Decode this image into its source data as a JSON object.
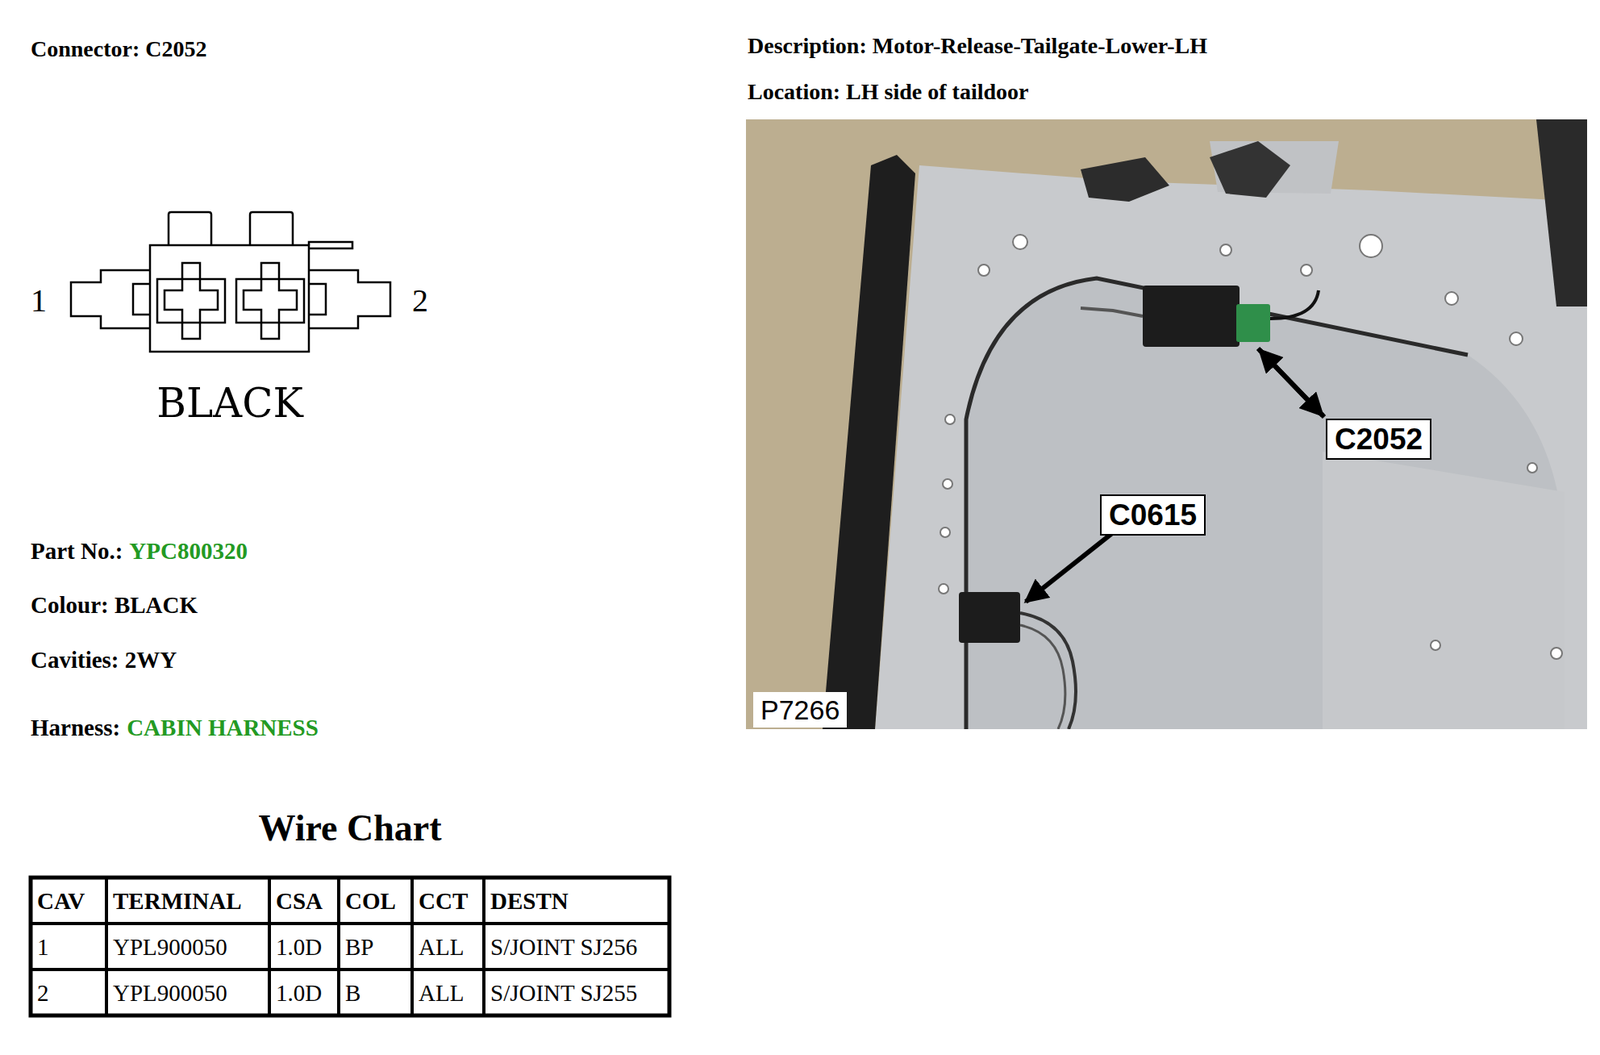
{
  "diagram": {
    "nodes": [
      {
        "text": [
          "C2052"
        ]
      },
      {
        "text": [
          "C0615"
        ]
      },
      {
        "text": [
          "P7266"
        ]
      }
    ],
    "labels": [
      "Connector: C2052",
      "Description: Motor-Release-Tailgate-Lower-LH",
      "Location: LH side of taildoor",
      "1",
      "2",
      "BLACK",
      "Part No.:",
      "YPC800320",
      "Colour: BLACK",
      "Cavities: 2WY",
      "Harness:",
      "CABIN HARNESS",
      "Wire Chart",
      "CAV",
      "TERMINAL",
      "CSA",
      "COL",
      "CCT",
      "DESTN",
      "1",
      "YPL900050",
      "1.0D",
      "BP",
      "ALL",
      "S/JOINT SJ256",
      "2",
      "YPL900050",
      "1.0D",
      "B",
      "ALL",
      "S/JOINT SJ255"
    ]
  }
}
